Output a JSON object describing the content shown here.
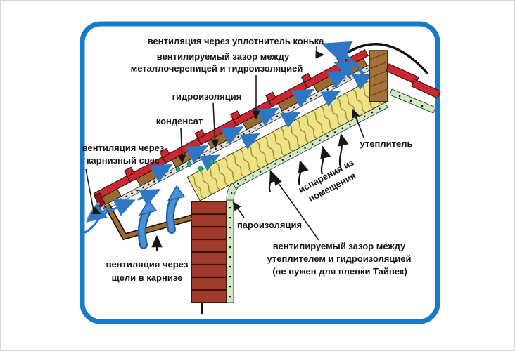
{
  "labels": {
    "ridge_vent": "вентиляция через уплотнитель конька",
    "tile_gap_line1": "вентилируемый зазор между",
    "tile_gap_line2": "металлочерепицей и гидроизоляцией",
    "waterproofing": "гидроизоляция",
    "condensate": "конденсат",
    "eaves_vent_line1": "вентиляция через",
    "eaves_vent_line2": "карнизный свес",
    "insulation": "утеплитель",
    "room_vapor_line1": "испарения из",
    "room_vapor_line2": "помещения",
    "vapor_barrier": "пароизоляция",
    "insul_gap_line1": "вентилируемый зазор между",
    "insul_gap_line2": "утеплителем и гидроизоляцией",
    "insul_gap_line3": "(не нужен для пленки Тайвек)",
    "cornice_vent_line1": "вентиляция через",
    "cornice_vent_line2": "щели в карнизе"
  },
  "colors": {
    "frame_blue": "#187bc8",
    "tile_red": "#cc2730",
    "tile_dark_red": "#8e1620",
    "insulation_yellow": "#efe387",
    "membrane_gray": "#e0e1dc",
    "barrier_green": "#cfeac2",
    "wood_brown": "#9b6a33",
    "beam_brown": "#a5713a",
    "brick_red": "#a03a2a",
    "airflow_blue": "#2d77c4",
    "airflow_blue_light": "#4a90d4",
    "condensate_teal": "#2aa487"
  }
}
